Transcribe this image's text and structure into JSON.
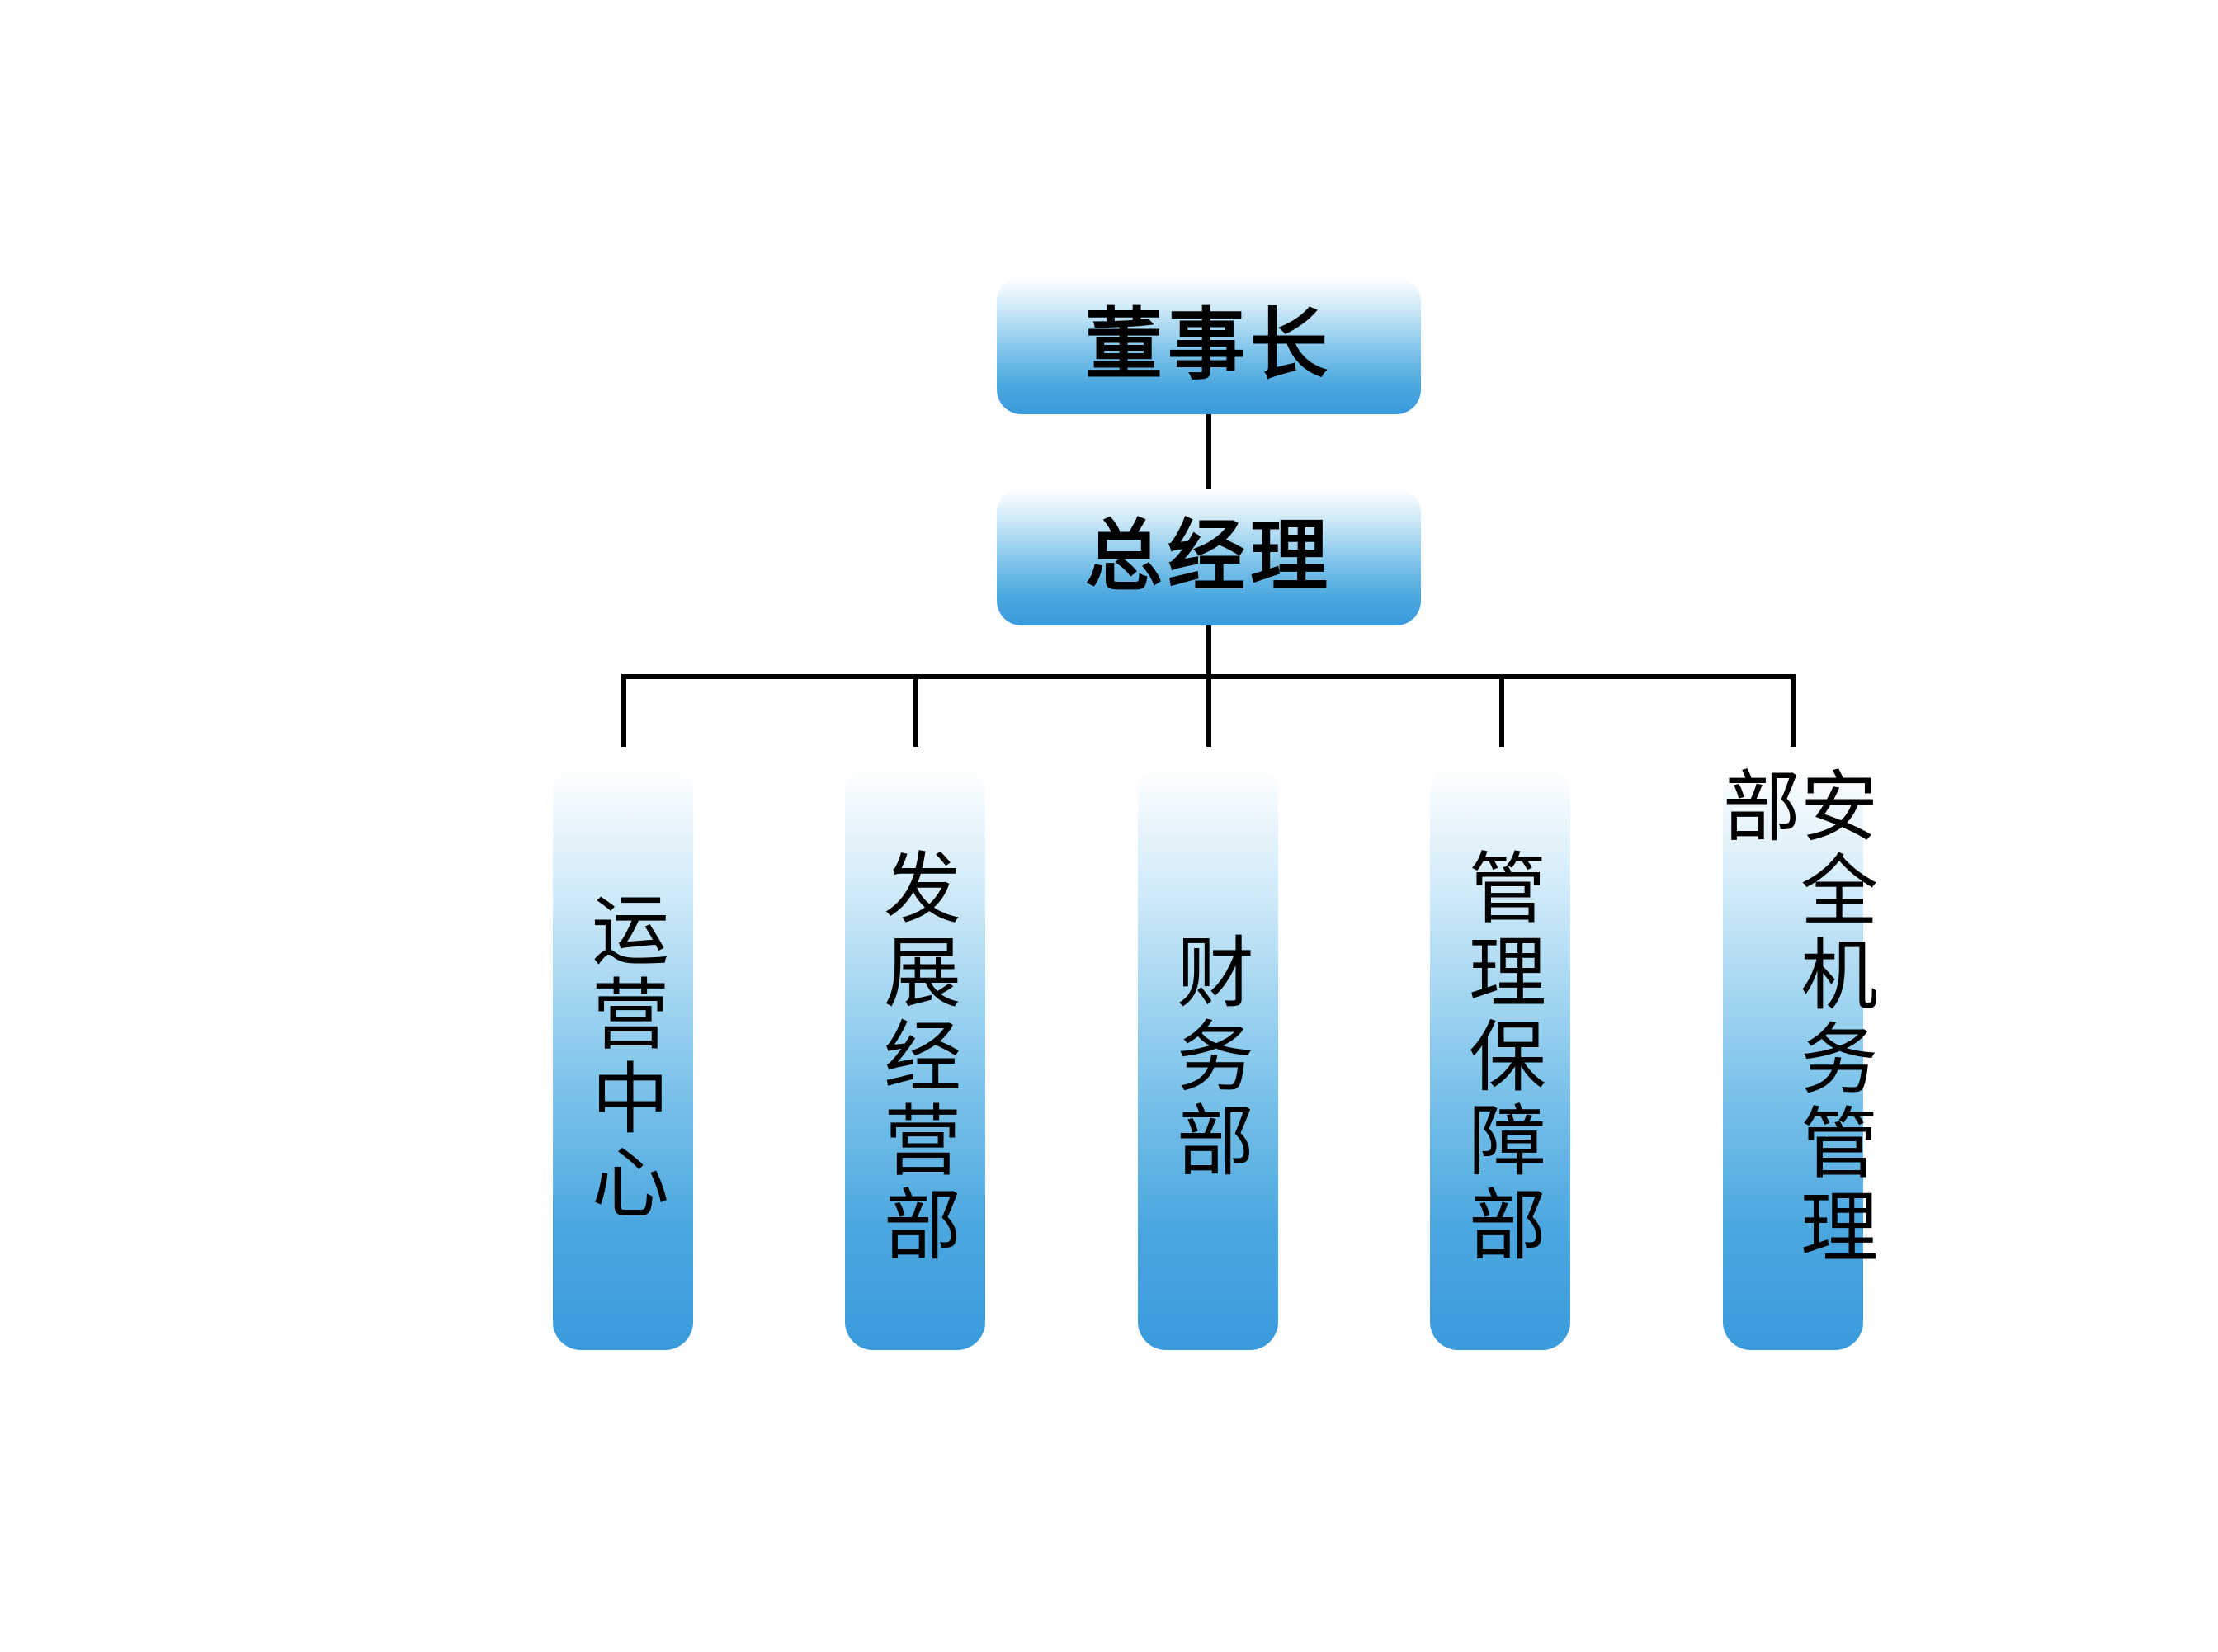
{
  "chairman": {
    "label": "董事长"
  },
  "general_manager": {
    "label": "总经理"
  },
  "departments": [
    {
      "label": "运营中心"
    },
    {
      "label": "发展经营部"
    },
    {
      "label": "财务部"
    },
    {
      "label": "管理保障部"
    },
    {
      "label": "安全机务管理部"
    }
  ],
  "colors": {
    "box_top": "#ffffff",
    "box_bottom": "#3a9bdc",
    "connector": "#000000",
    "text": "#000000"
  }
}
